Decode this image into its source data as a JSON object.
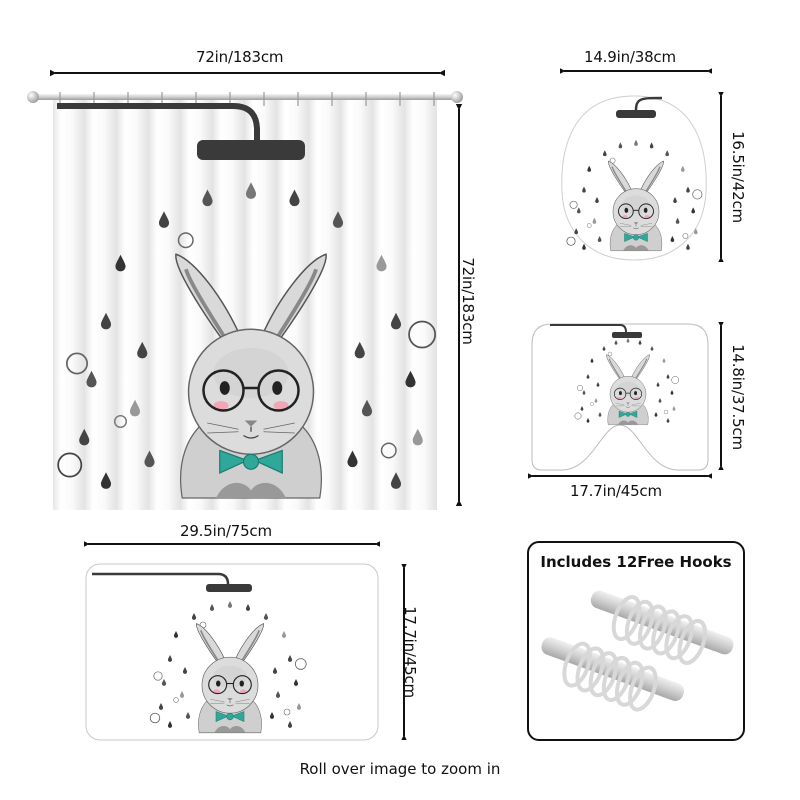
{
  "curtain": {
    "width_label": "72in/183cm",
    "height_label": "72in/183cm",
    "hook_count": 12
  },
  "lid_cover": {
    "width_label": "14.9in/38cm",
    "height_label": "16.5in/42cm"
  },
  "contour_mat": {
    "width_label": "17.7in/45cm",
    "height_label": "14.8in/37.5cm"
  },
  "bath_mat": {
    "width_label": "29.5in/75cm",
    "height_label": "17.7in/45cm"
  },
  "hooks_box": {
    "title": "Includes 12Free Hooks"
  },
  "caption": "Roll over image to zoom in",
  "colors": {
    "bowtie": "#2fa89a",
    "shower_head": "#3a3a3a",
    "blush": "#f2a5b5",
    "arrow": "#111111"
  }
}
